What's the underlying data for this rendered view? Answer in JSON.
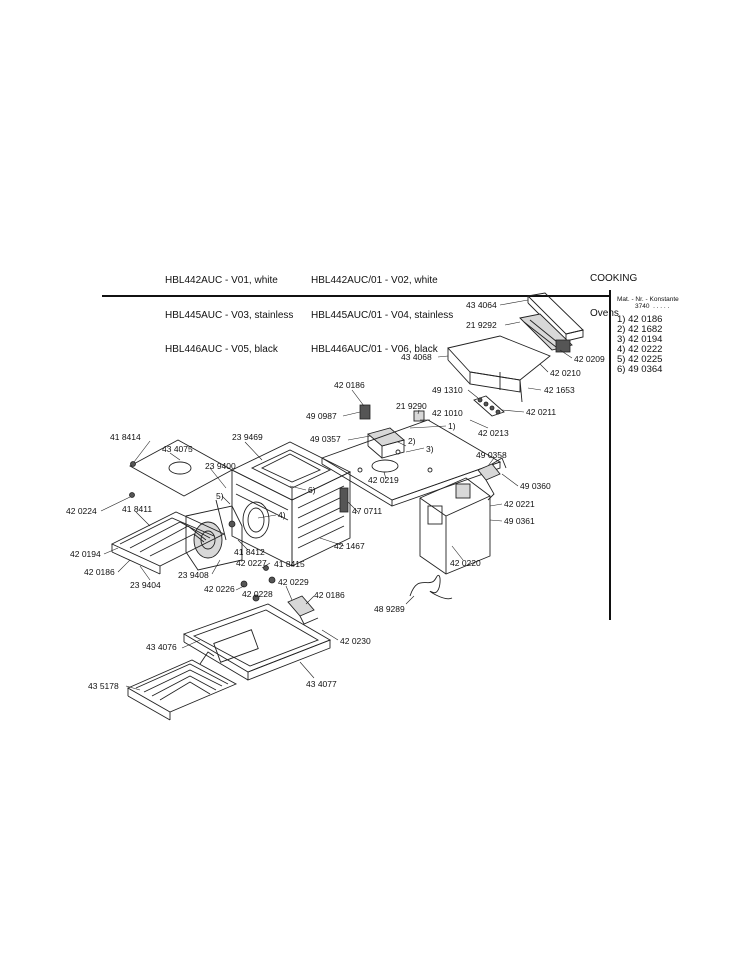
{
  "header": {
    "models_col1": [
      "HBL442AUC - V01, white",
      "HBL445AUC - V03, stainless",
      "HBL446AUC - V05, black"
    ],
    "models_col2": [
      "HBL442AUC/01 - V02, white",
      "HBL445AUC/01 - V04, stainless",
      "HBL446AUC/01 - V06, black"
    ],
    "category": "COOKING",
    "subcategory": "Ovens"
  },
  "materials": {
    "title": "Mat. - Nr. - Konstante",
    "subtitle": "3740  . . . . .",
    "items": [
      "1) 42 0186",
      "2) 42 1682",
      "3) 42 0194",
      "4) 42 0222",
      "5) 42 0225",
      "6) 49 0364"
    ]
  },
  "parts": [
    "43 4064",
    "21 9292",
    "43 4068",
    "42 0209",
    "42 0210",
    "42 1653",
    "49 1310",
    "42 0186",
    "21 9290",
    "49 0987",
    "42 1010",
    "42 0211",
    "1)",
    "42 0213",
    "49 0357",
    "2)",
    "3)",
    "41 8414",
    "43 4075",
    "23 9469",
    "23 9400",
    "49 0358",
    "49 0360",
    "42 0219",
    "6)",
    "5)",
    "4)",
    "47 0711",
    "42 0224",
    "41 8411",
    "42 0221",
    "49 0361",
    "42 1467",
    "41 8412",
    "42 0194",
    "42 0227",
    "41 8415",
    "42 0186",
    "23 9408",
    "42 0226",
    "42 0228",
    "42 0220",
    "23 9404",
    "42 0229",
    "42 0186",
    "48 9289",
    "42 0230",
    "43 4076",
    "43 4077",
    "43 5178"
  ]
}
